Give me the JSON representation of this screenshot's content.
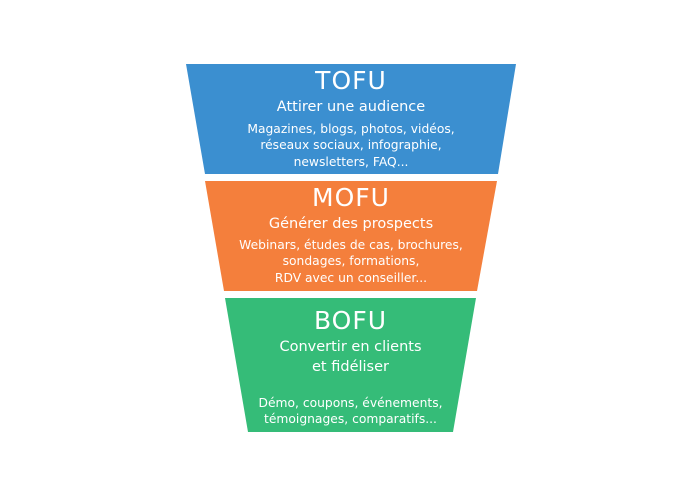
{
  "colors": {
    "tofu": "#3b8fd0",
    "mofu": "#f47f3c",
    "bofu": "#35bc78"
  },
  "stages": [
    {
      "title": "TOFU",
      "subtitle": [
        "Attirer une audience"
      ],
      "body": [
        "Magazines, blogs, photos, vidéos,",
        "réseaux sociaux, infographie,",
        "newsletters, FAQ..."
      ]
    },
    {
      "title": "MOFU",
      "subtitle": [
        "Générer des prospects"
      ],
      "body": [
        "Webinars, études de cas, brochures,",
        "sondages, formations,",
        "RDV avec un conseiller..."
      ]
    },
    {
      "title": "BOFU",
      "subtitle": [
        "Convertir en clients",
        "et fidéliser"
      ],
      "body": [
        "Démo, coupons, événements,",
        "témoignages, comparatifs..."
      ]
    }
  ]
}
